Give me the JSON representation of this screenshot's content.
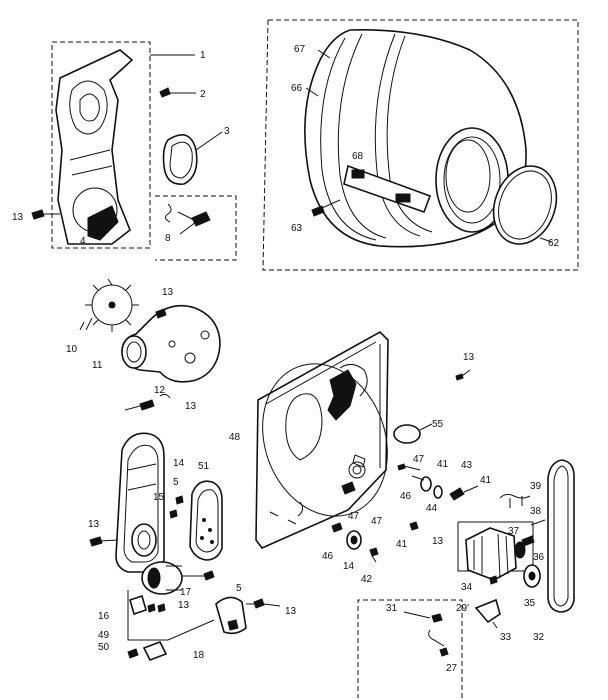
{
  "callouts": [
    {
      "id": "c1",
      "text": "1"
    },
    {
      "id": "c2",
      "text": "2"
    },
    {
      "id": "c3",
      "text": "3"
    },
    {
      "id": "c4",
      "text": "4"
    },
    {
      "id": "c8",
      "text": "8"
    },
    {
      "id": "c13a",
      "text": "13"
    },
    {
      "id": "c67",
      "text": "67"
    },
    {
      "id": "c66",
      "text": "66"
    },
    {
      "id": "c68",
      "text": "68"
    },
    {
      "id": "c63",
      "text": "63"
    },
    {
      "id": "c62",
      "text": "62"
    },
    {
      "id": "c10",
      "text": "10"
    },
    {
      "id": "c11",
      "text": "11"
    },
    {
      "id": "c13b",
      "text": "13"
    },
    {
      "id": "c12",
      "text": "12"
    },
    {
      "id": "c13c",
      "text": "13"
    },
    {
      "id": "c13d",
      "text": "13"
    },
    {
      "id": "c48",
      "text": "48"
    },
    {
      "id": "c55",
      "text": "55"
    },
    {
      "id": "c14",
      "text": "14"
    },
    {
      "id": "c51",
      "text": "51"
    },
    {
      "id": "c15",
      "text": "15"
    },
    {
      "id": "c5a",
      "text": "5"
    },
    {
      "id": "c13e",
      "text": "13"
    },
    {
      "id": "c47a",
      "text": "47"
    },
    {
      "id": "c41a",
      "text": "41"
    },
    {
      "id": "c43",
      "text": "43"
    },
    {
      "id": "c46a",
      "text": "46"
    },
    {
      "id": "c44",
      "text": "44"
    },
    {
      "id": "c41b",
      "text": "41"
    },
    {
      "id": "c39",
      "text": "39"
    },
    {
      "id": "c38",
      "text": "38"
    },
    {
      "id": "c37",
      "text": "37"
    },
    {
      "id": "c36",
      "text": "36"
    },
    {
      "id": "c47b",
      "text": "47"
    },
    {
      "id": "c47c",
      "text": "47"
    },
    {
      "id": "c41c",
      "text": "41"
    },
    {
      "id": "c13f",
      "text": "13"
    },
    {
      "id": "c46b",
      "text": "46"
    },
    {
      "id": "c14b",
      "text": "14"
    },
    {
      "id": "c42",
      "text": "42"
    },
    {
      "id": "c34",
      "text": "34"
    },
    {
      "id": "c35",
      "text": "35"
    },
    {
      "id": "c32",
      "text": "32"
    },
    {
      "id": "c33",
      "text": "33"
    },
    {
      "id": "c31",
      "text": "31"
    },
    {
      "id": "c29",
      "text": "29'"
    },
    {
      "id": "c27",
      "text": "27"
    },
    {
      "id": "c17",
      "text": "17"
    },
    {
      "id": "c5b",
      "text": "5"
    },
    {
      "id": "c16",
      "text": "16"
    },
    {
      "id": "c13g",
      "text": "13"
    },
    {
      "id": "c13h",
      "text": "13"
    },
    {
      "id": "c49",
      "text": "49"
    },
    {
      "id": "c50",
      "text": "50"
    },
    {
      "id": "c18",
      "text": "18"
    }
  ]
}
